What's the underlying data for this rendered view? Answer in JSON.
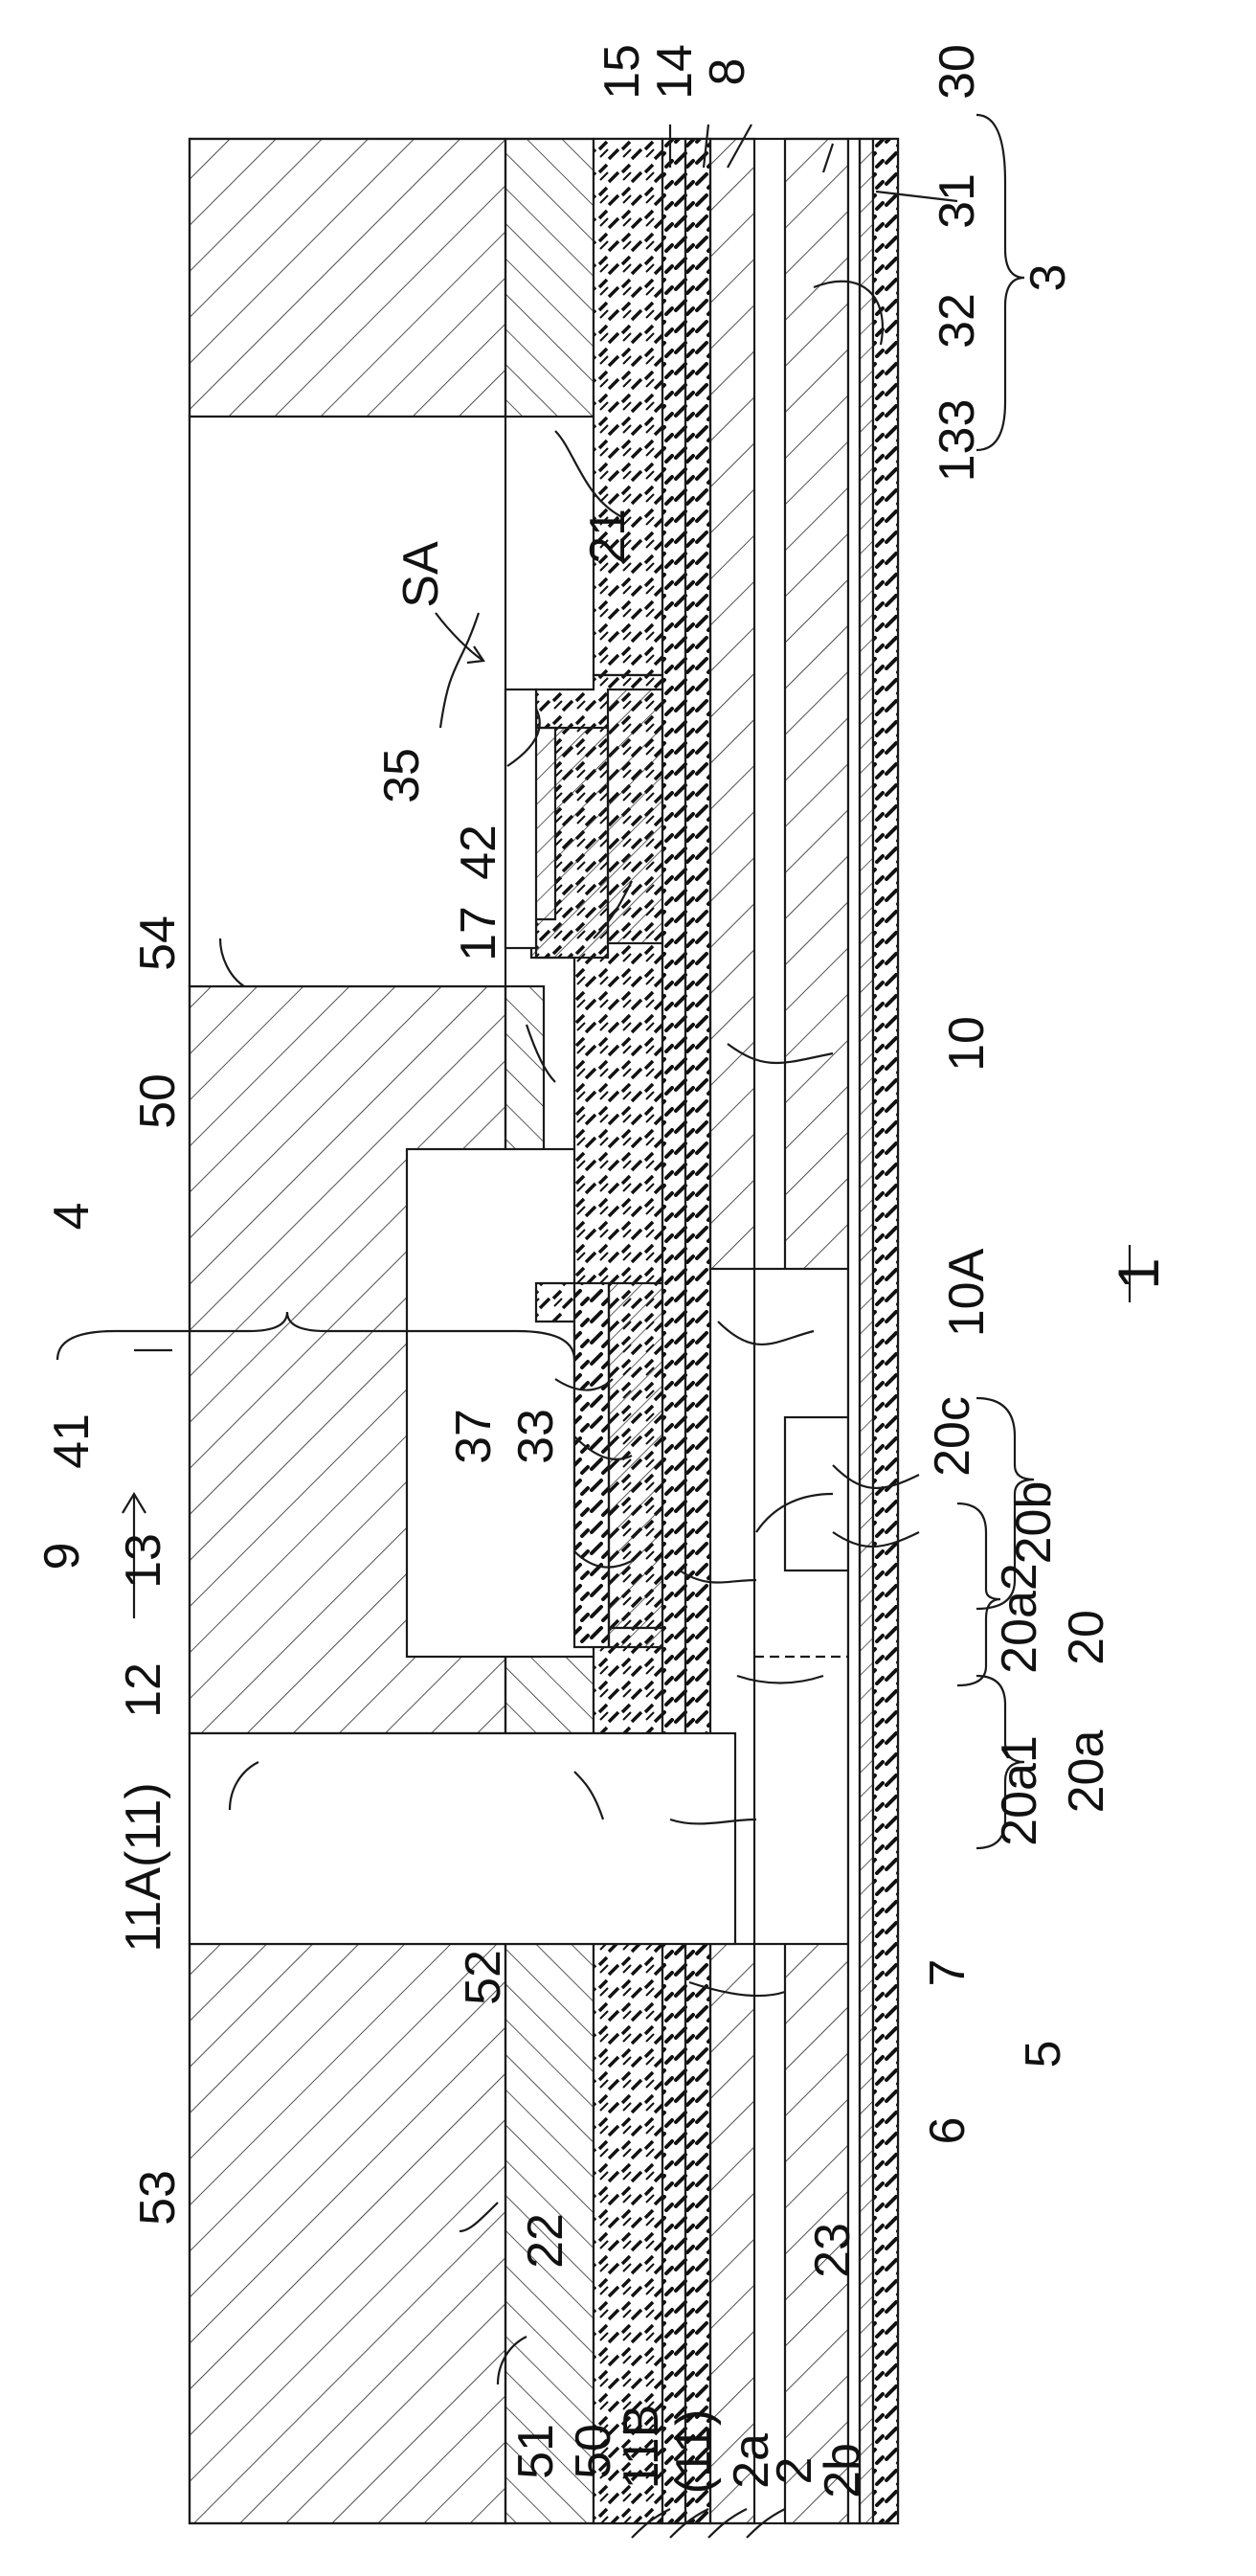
{
  "figure_number": "1",
  "labels": {
    "l15": "15",
    "l14": "14",
    "l8": "8",
    "l30": "30",
    "l31": "31",
    "l3": "3",
    "l32": "32",
    "l133": "133",
    "l21": "21",
    "lSA": "SA",
    "l35": "35",
    "l42": "42",
    "l17": "17",
    "l54": "54",
    "l50a": "50",
    "l10": "10",
    "l4": "4",
    "l10A": "10A",
    "l41": "41",
    "l37": "37",
    "l33": "33",
    "l20c": "20c",
    "l20b": "20b",
    "l9": "9",
    "l13": "13",
    "l12": "12",
    "l20a2": "20a2",
    "l20": "20",
    "l20a1": "20a1",
    "l20a": "20a",
    "l11A": "11A(11)",
    "l52": "52",
    "l7": "7",
    "l5": "5",
    "l6": "6",
    "l53": "53",
    "l22": "22",
    "l23": "23",
    "l51": "51",
    "l50b": "50",
    "l11B": "11B",
    "l11p": "(11)",
    "l2a": "2a",
    "l2": "2",
    "l2b": "2b"
  },
  "colors": {
    "line": "#1a1a1a",
    "background": "#ffffff"
  }
}
